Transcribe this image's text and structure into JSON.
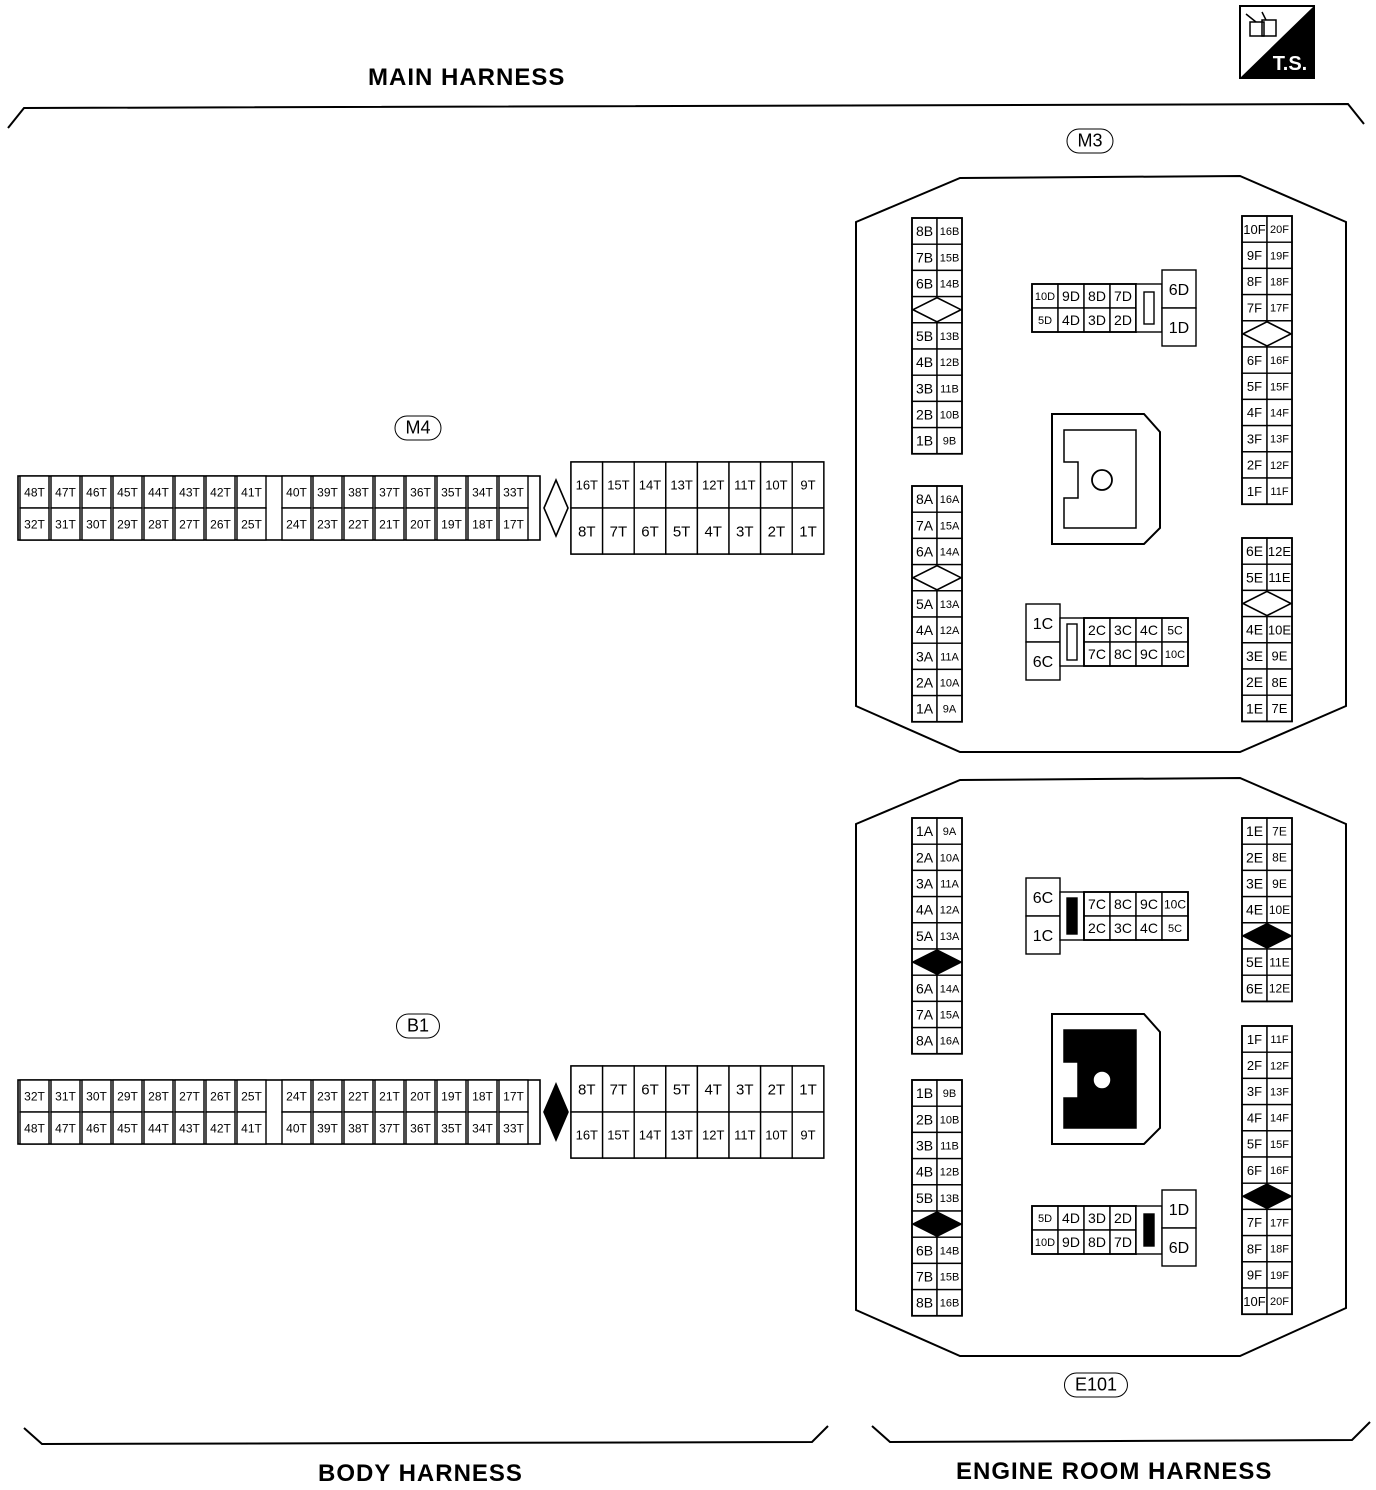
{
  "titles": {
    "main": "MAIN HARNESS",
    "body": "BODY HARNESS",
    "engine": "ENGINE ROOM HARNESS",
    "badge": "T.S."
  },
  "labels": {
    "m4": "M4",
    "b1": "B1",
    "m3": "M3",
    "e101": "E101"
  },
  "m4": {
    "row1": [
      "48T",
      "47T",
      "46T",
      "45T",
      "44T",
      "43T",
      "42T",
      "41T",
      "40T",
      "39T",
      "38T",
      "37T",
      "36T",
      "35T",
      "34T",
      "33T"
    ],
    "row2": [
      "32T",
      "31T",
      "30T",
      "29T",
      "28T",
      "27T",
      "26T",
      "25T",
      "24T",
      "23T",
      "22T",
      "21T",
      "20T",
      "19T",
      "18T",
      "17T"
    ],
    "r_row1": [
      "16T",
      "15T",
      "14T",
      "13T",
      "12T",
      "11T",
      "10T",
      "9T"
    ],
    "r_row2": [
      "8T",
      "7T",
      "6T",
      "5T",
      "4T",
      "3T",
      "2T",
      "1T"
    ]
  },
  "b1": {
    "row1": [
      "32T",
      "31T",
      "30T",
      "29T",
      "28T",
      "27T",
      "26T",
      "25T",
      "24T",
      "23T",
      "22T",
      "21T",
      "20T",
      "19T",
      "18T",
      "17T"
    ],
    "row2": [
      "48T",
      "47T",
      "46T",
      "45T",
      "44T",
      "43T",
      "42T",
      "41T",
      "40T",
      "39T",
      "38T",
      "37T",
      "36T",
      "35T",
      "34T",
      "33T"
    ],
    "r_row1": [
      "8T",
      "7T",
      "6T",
      "5T",
      "4T",
      "3T",
      "2T",
      "1T"
    ],
    "r_row2": [
      "16T",
      "15T",
      "14T",
      "13T",
      "12T",
      "11T",
      "10T",
      "9T"
    ]
  },
  "m3": {
    "b_left": [
      "8B",
      "7B",
      "6B",
      "5B",
      "4B",
      "3B",
      "2B",
      "1B"
    ],
    "b_right": [
      "16B",
      "15B",
      "14B",
      "13B",
      "12B",
      "11B",
      "10B",
      "9B"
    ],
    "a_left": [
      "8A",
      "7A",
      "6A",
      "5A",
      "4A",
      "3A",
      "2A",
      "1A"
    ],
    "a_right": [
      "16A",
      "15A",
      "14A",
      "13A",
      "12A",
      "11A",
      "10A",
      "9A"
    ],
    "f_left": [
      "10F",
      "9F",
      "8F",
      "7F",
      "6F",
      "5F",
      "4F",
      "3F",
      "2F",
      "1F"
    ],
    "f_right": [
      "20F",
      "19F",
      "18F",
      "17F",
      "16F",
      "15F",
      "14F",
      "13F",
      "12F",
      "11F"
    ],
    "e_left": [
      "6E",
      "5E",
      "4E",
      "3E",
      "2E",
      "1E"
    ],
    "e_right": [
      "12E",
      "11E",
      "10E",
      "9E",
      "8E",
      "7E"
    ],
    "d_row1": [
      "10D",
      "9D",
      "8D",
      "7D"
    ],
    "d_row2": [
      "5D",
      "4D",
      "3D",
      "2D"
    ],
    "d_side": [
      "6D",
      "1D"
    ],
    "c_side": [
      "1C",
      "6C"
    ],
    "c_row1": [
      "2C",
      "3C",
      "4C",
      "5C"
    ],
    "c_row2": [
      "7C",
      "8C",
      "9C",
      "10C"
    ]
  },
  "e101": {
    "a_left": [
      "1A",
      "2A",
      "3A",
      "4A",
      "5A",
      "6A",
      "7A",
      "8A"
    ],
    "a_right": [
      "9A",
      "10A",
      "11A",
      "12A",
      "13A",
      "14A",
      "15A",
      "16A"
    ],
    "b_left": [
      "1B",
      "2B",
      "3B",
      "4B",
      "5B",
      "6B",
      "7B",
      "8B"
    ],
    "b_right": [
      "9B",
      "10B",
      "11B",
      "12B",
      "13B",
      "14B",
      "15B",
      "16B"
    ],
    "e_left": [
      "1E",
      "2E",
      "3E",
      "4E",
      "5E",
      "6E"
    ],
    "e_right": [
      "7E",
      "8E",
      "9E",
      "10E",
      "11E",
      "12E"
    ],
    "f_left": [
      "1F",
      "2F",
      "3F",
      "4F",
      "5F",
      "6F",
      "7F",
      "8F",
      "9F",
      "10F"
    ],
    "f_right": [
      "11F",
      "12F",
      "13F",
      "14F",
      "15F",
      "16F",
      "17F",
      "18F",
      "19F",
      "20F"
    ],
    "c_side": [
      "6C",
      "1C"
    ],
    "c_row1": [
      "7C",
      "8C",
      "9C",
      "10C"
    ],
    "c_row2": [
      "2C",
      "3C",
      "4C",
      "5C"
    ],
    "d_row1": [
      "5D",
      "4D",
      "3D",
      "2D"
    ],
    "d_row2": [
      "10D",
      "9D",
      "8D",
      "7D"
    ],
    "d_side": [
      "1D",
      "6D"
    ]
  }
}
